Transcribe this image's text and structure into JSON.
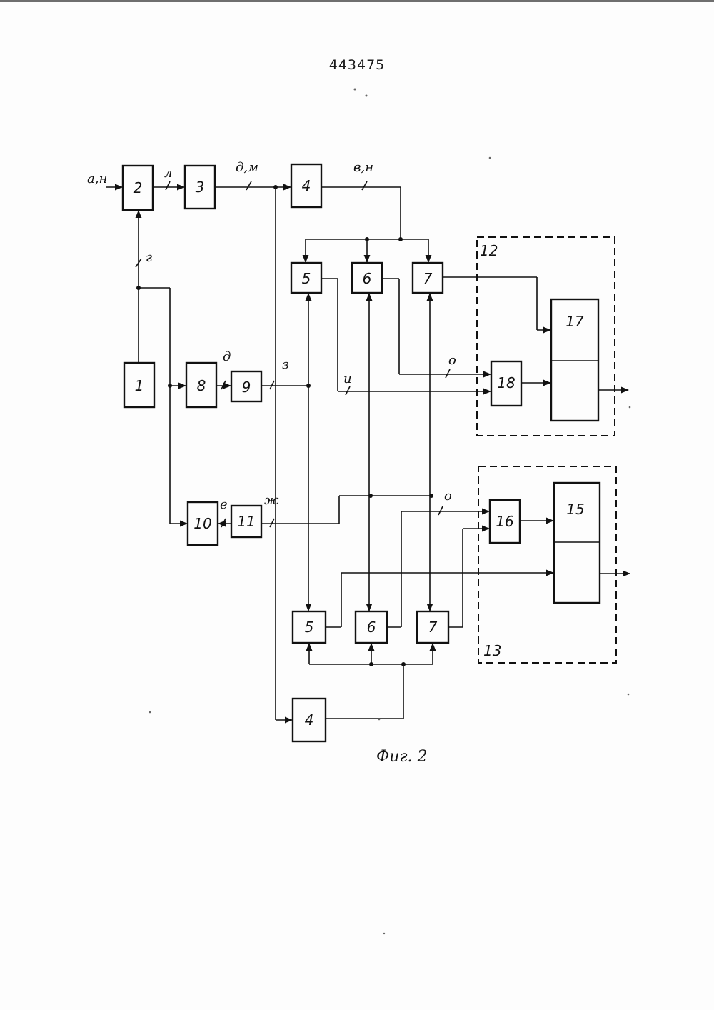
{
  "header": {
    "patent_number": "443475"
  },
  "figure": {
    "caption": "Фиг. 2"
  },
  "blocks": {
    "b1": "1",
    "b2": "2",
    "b3": "3",
    "b4_top": "4",
    "b4_bottom": "4",
    "b5_top": "5",
    "b6_top": "6",
    "b7_top": "7",
    "b5_bottom": "5",
    "b6_bottom": "6",
    "b7_bottom": "7",
    "b8": "8",
    "b9": "9",
    "b10": "10",
    "b11": "11",
    "b12": "12",
    "b13": "13",
    "b15": "15",
    "b16": "16",
    "b17": "17",
    "b18": "18"
  },
  "signals": {
    "a_n": "а,н",
    "l": "л",
    "d_m": "д,м",
    "v_n": "в,н",
    "g": "г",
    "d": "д",
    "z": "з",
    "i": "и",
    "o_top": "о",
    "e": "е",
    "zh": "ж",
    "o_bottom": "о"
  }
}
